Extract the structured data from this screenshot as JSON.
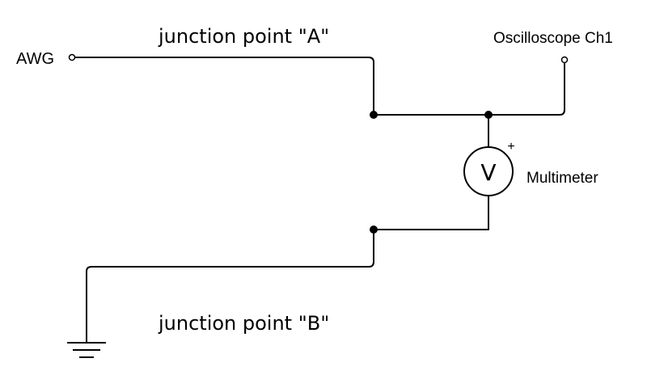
{
  "labels": {
    "awg": "AWG",
    "junction_a": "junction point \"A\"",
    "junction_b": "junction point \"B\"",
    "oscilloscope": "Oscilloscope Ch1",
    "multimeter": "Multimeter",
    "meter_symbol": "V",
    "plus_sign": "+"
  },
  "colors": {
    "wire": "#000000",
    "background": "#ffffff"
  }
}
